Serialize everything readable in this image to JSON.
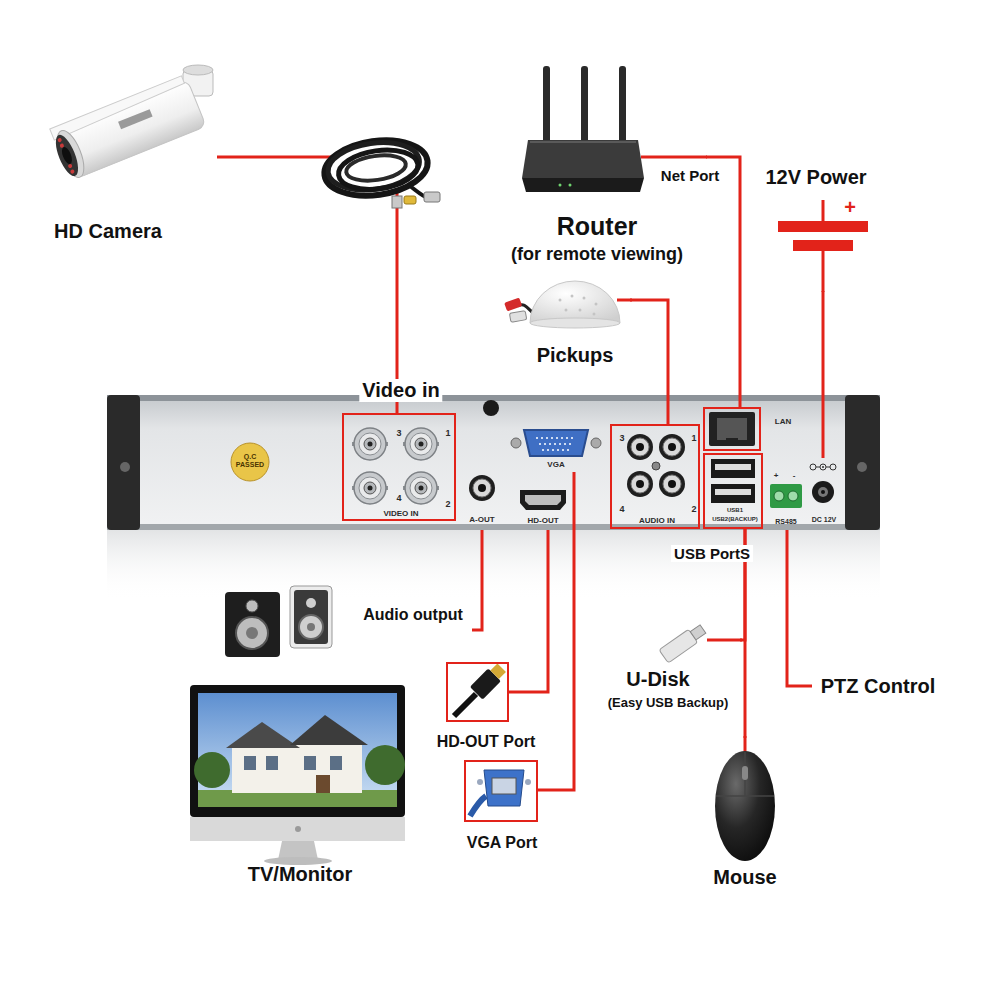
{
  "diagram": {
    "nodes": [
      {
        "text": [
          "HD Camera"
        ]
      },
      {
        "text": [
          "Router",
          "(for remote viewing)"
        ]
      },
      {
        "text": [
          "12V Power",
          "+"
        ]
      },
      {
        "text": [
          "Pickups"
        ]
      },
      {
        "text": [
          "Q.C PASSED"
        ]
      },
      {
        "text": [
          "Video in",
          "3",
          "1",
          "4",
          "2",
          "VIDEO IN"
        ],
        "in": 4
      },
      {
        "text": [
          "A-OUT"
        ],
        "in": 4
      },
      {
        "text": [
          "VGA"
        ],
        "in": 4
      },
      {
        "text": [
          "HD-OUT"
        ],
        "in": 4
      },
      {
        "text": [
          "3",
          "1",
          "4",
          "2",
          "AUDIO IN"
        ],
        "in": 4
      },
      {
        "text": [
          "LAN"
        ],
        "in": 4
      },
      {
        "text": [
          "USB1",
          "USB2(BACKUP)",
          "USB PortS"
        ],
        "in": 4
      },
      {
        "text": [
          "+",
          "-",
          "RS485"
        ],
        "in": 4
      },
      {
        "text": [
          "DC 12V"
        ],
        "in": 4
      },
      {
        "text": [
          "Audio output"
        ]
      },
      {
        "text": [
          "TV/Monitor"
        ]
      },
      {
        "text": [
          "HD-OUT Port"
        ]
      },
      {
        "text": [
          "VGA Port"
        ]
      },
      {
        "text": [
          "U-Disk",
          "(Easy USB Backup)"
        ]
      },
      {
        "text": [
          "PTZ Control"
        ]
      },
      {
        "text": [
          "Mouse"
        ]
      }
    ],
    "edges": [
      {
        "from": 0,
        "to": 5,
        "arrow": "none"
      },
      {
        "from": 1,
        "to": 10,
        "label": "Net Port",
        "arrow": "none"
      },
      {
        "from": 2,
        "to": 13,
        "arrow": "none"
      },
      {
        "from": 3,
        "to": 9,
        "arrow": "none"
      },
      {
        "from": 6,
        "to": 14,
        "arrow": "none"
      },
      {
        "from": 8,
        "to": 16,
        "arrow": "none"
      },
      {
        "from": 7,
        "to": 17,
        "arrow": "none"
      },
      {
        "from": 11,
        "to": 18,
        "arrow": "none"
      },
      {
        "from": 11,
        "to": 20,
        "arrow": "none"
      },
      {
        "from": 12,
        "to": 19,
        "arrow": "none"
      }
    ]
  }
}
